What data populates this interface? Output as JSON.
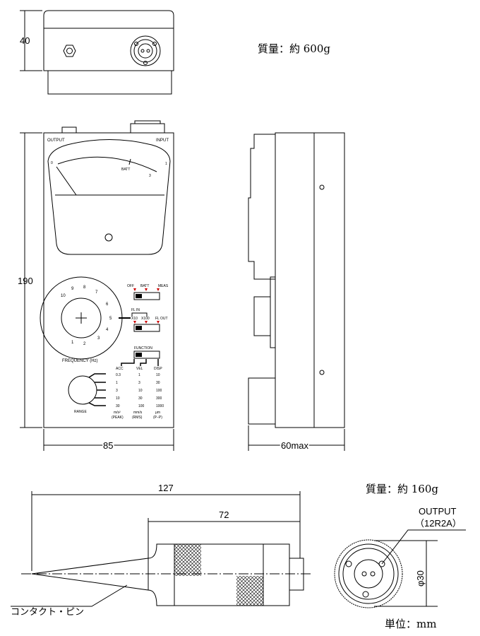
{
  "top_view": {
    "dim_height": "40",
    "mass": "質量：約 600g"
  },
  "front_view": {
    "output": "OUTPUT",
    "input": "INPUT",
    "meter": {
      "zero": "0",
      "batt": "BATT",
      "three": "3",
      "one": "1"
    },
    "dial_numbers": [
      "10",
      "9",
      "8",
      "7",
      "6",
      "5",
      "4",
      "3",
      "2",
      "1"
    ],
    "frequency_label": "FREQUENCY (Hz)",
    "power_switch": {
      "off": "OFF",
      "batt": "BATT",
      "meas": "MEAS"
    },
    "filter_switch": {
      "fl_in": "FL IN",
      "x10": "X10",
      "x100": "X100",
      "fl_out": "FL OUT"
    },
    "function_label": "FUNCTION",
    "range_table": {
      "headers": [
        "ACC",
        "VEL",
        "DISP"
      ],
      "rows": [
        [
          "0.3",
          "1",
          "10"
        ],
        [
          "1",
          "3",
          "30"
        ],
        [
          "3",
          "10",
          "100"
        ],
        [
          "10",
          "30",
          "300"
        ],
        [
          "30",
          "100",
          "1000"
        ]
      ],
      "units": [
        "m/s²",
        "mm/s",
        "μm"
      ],
      "units2": [
        "(PEAK)",
        "(RMS)",
        "(P−P)"
      ]
    },
    "range_label": "RANGE",
    "dim_height": "190",
    "dim_width": "85"
  },
  "side_view": {
    "dim_depth": "60max"
  },
  "probe": {
    "dim_total": "127",
    "dim_body": "72",
    "pin_label": "コンタクト・ピン",
    "mass": "質量：約 160g",
    "output": "OUTPUT",
    "connector": "（12R2A）",
    "diameter": "φ30",
    "unit": "単位：mm"
  }
}
